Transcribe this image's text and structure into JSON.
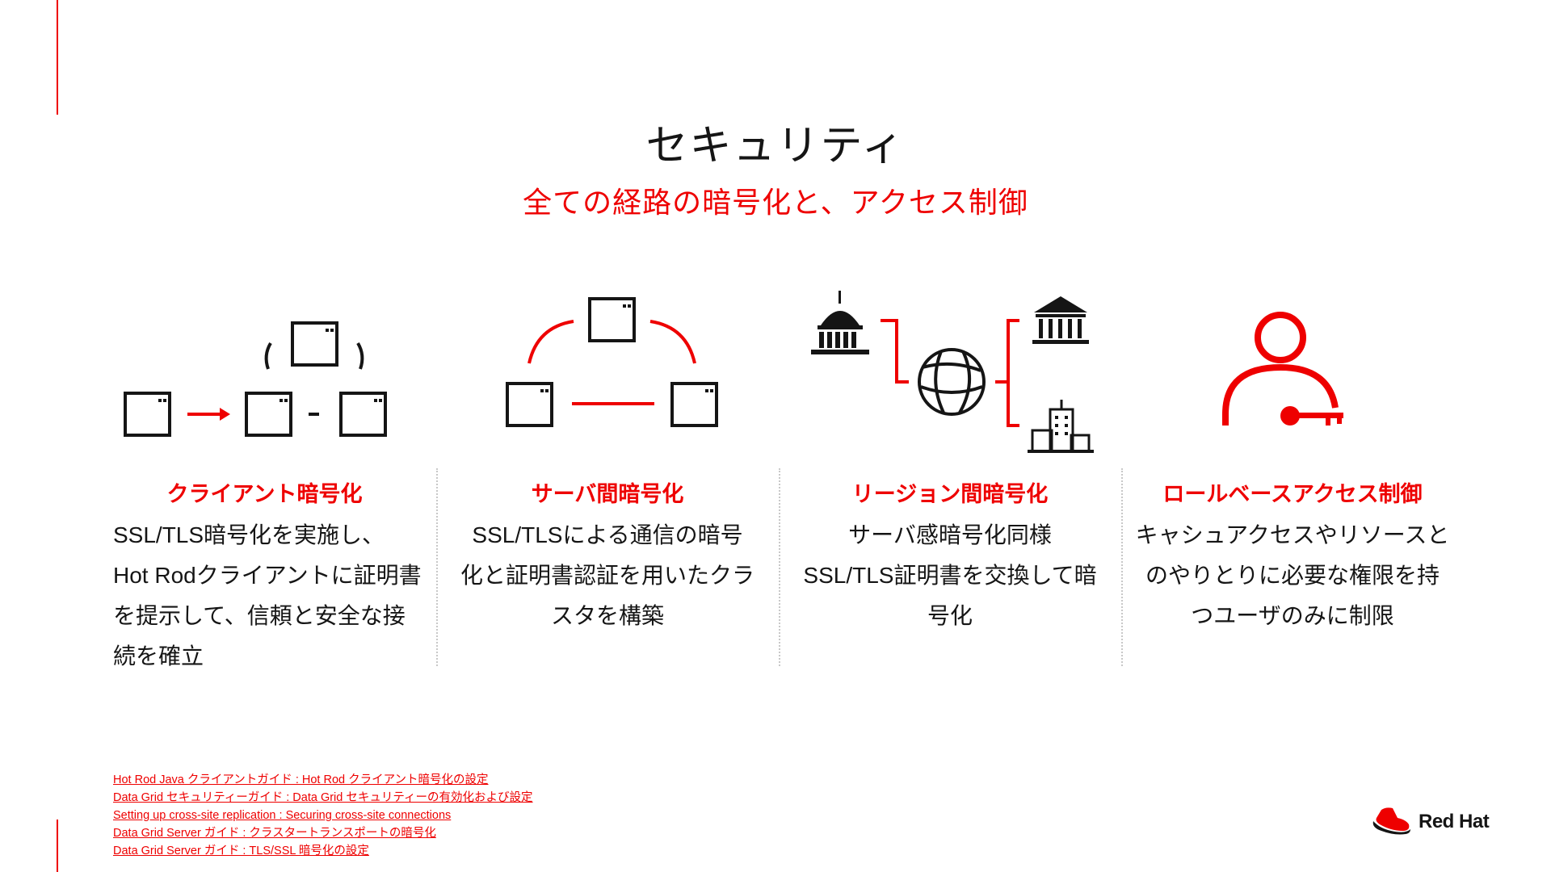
{
  "slide": {
    "title": "セキュリティ",
    "subtitle": "全ての経路の暗号化と、アクセス制御"
  },
  "columns": [
    {
      "heading": "クライアント暗号化",
      "body": [
        "SSL/TLS暗号化を実施し、",
        "Hot Rodクライアントに証明書",
        "を提示して、信頼と安全な接",
        "続を確立"
      ],
      "icon": "client-encryption-icon"
    },
    {
      "heading": "サーバ間暗号化",
      "body": [
        "SSL/TLSによる通信の暗号",
        "化と証明書認証を用いたクラ",
        "スタを構築"
      ],
      "icon": "server-cluster-icon"
    },
    {
      "heading": "リージョン間暗号化",
      "body": [
        "サーバ感暗号化同様",
        "SSL/TLS証明書を交換して暗",
        "号化"
      ],
      "icon": "region-network-icon"
    },
    {
      "heading": "ロールベースアクセス制御",
      "body": [
        "キャシュアクセスやリソースと",
        "のやりとりに必要な権限を持",
        "つユーザのみに制限"
      ],
      "icon": "user-key-icon"
    }
  ],
  "links": [
    "Hot Rod Java クライアントガイド : Hot Rod クライアント暗号化の設定",
    "Data Grid セキュリティーガイド : Data Grid セキュリティーの有効化および設定",
    "Setting up cross-site replication : Securing cross-site connections",
    "Data Grid Server ガイド : クラスタートランスポートの暗号化",
    "Data Grid Server ガイド : TLS/SSL 暗号化の設定"
  ],
  "logo": {
    "text": "Red Hat"
  },
  "colors": {
    "accent": "#ee0000",
    "text": "#151515"
  }
}
